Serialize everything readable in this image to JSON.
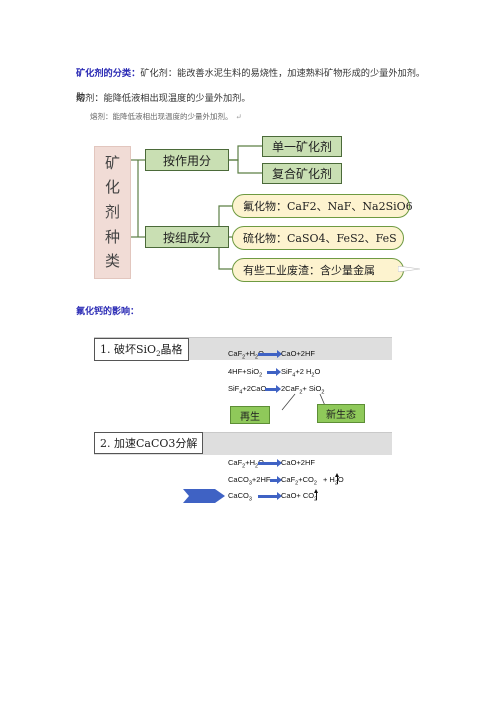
{
  "paragraph": {
    "lead": "矿化剂的分类：",
    "line1_rest": "矿化剂：能改善水泥生料的易烧性，加速熟料矿物形成的少量外加剂。助",
    "line2": "熔剂：能降低液相出现温度的少量外加剂。"
  },
  "note": {
    "text": "熔剂：能降低液相出现温度的少量外加剂。",
    "mark": "↵"
  },
  "diagram1": {
    "root_chars": [
      "矿",
      "化",
      "剂",
      "种",
      "类"
    ],
    "branch1": "按作用分",
    "branch2": "按组成分",
    "leaf1": "单一矿化剂",
    "leaf2": "复合矿化剂",
    "leaf3": "氟化物：CaF2、NaF、Na2SiO6",
    "leaf4": "硫化物：CaSO4、FeS2、FeS",
    "leaf5": "有些工业废渣：含少量金属"
  },
  "heading2": "氟化钙的影响：",
  "diagram2": {
    "sec1_title_pre": "1. 破坏SiO",
    "sec1_title_sub": "2",
    "sec1_title_post": "晶格",
    "sec2_title": "2. 加速CaCO3分解",
    "eq1": {
      "l": "CaF",
      "l_sub": "2",
      "l2": "+H",
      "l2_sub": "2",
      "l3": "O",
      "r": "CaO+2HF"
    },
    "eq2": {
      "l": "4HF+SiO",
      "l_sub": "2",
      "r": "SiF",
      "r_sub": "4",
      "r2": "+2 H",
      "r2_sub": "2",
      "r3": "O"
    },
    "eq3": {
      "l": "SiF",
      "l_sub": "4",
      "l2": "+2CaO",
      "r": "2CaF",
      "r_sub": "2",
      "r2": "+ SiO",
      "r2_sub": "2"
    },
    "tag_regen": "再生",
    "tag_new": "新生态",
    "eq4": {
      "l": "CaF",
      "l_sub": "2",
      "l2": "+H",
      "l2_sub": "2",
      "l3": "O",
      "r": "CaO+2HF"
    },
    "eq5": {
      "l": "CaCO",
      "l_sub": "3",
      "l2": "+2HF",
      "r": "CaF",
      "r_sub": "2",
      "r2": "+CO",
      "r2_sub": "2",
      "r3": "+ H",
      "r3_sub": "2",
      "r4": "O"
    },
    "eq6": {
      "l": "CaCO",
      "l_sub": "3",
      "r": "CaO+ CO",
      "r_sub": "2"
    }
  },
  "colors": {
    "heading_blue": "#2b2bb5",
    "green_box": "#c9dfb3",
    "yellow_box": "#fdf3cf",
    "pink_box": "#f1dcd6",
    "arrow_blue": "#3f62c4",
    "tag_green": "#8fc95a"
  }
}
